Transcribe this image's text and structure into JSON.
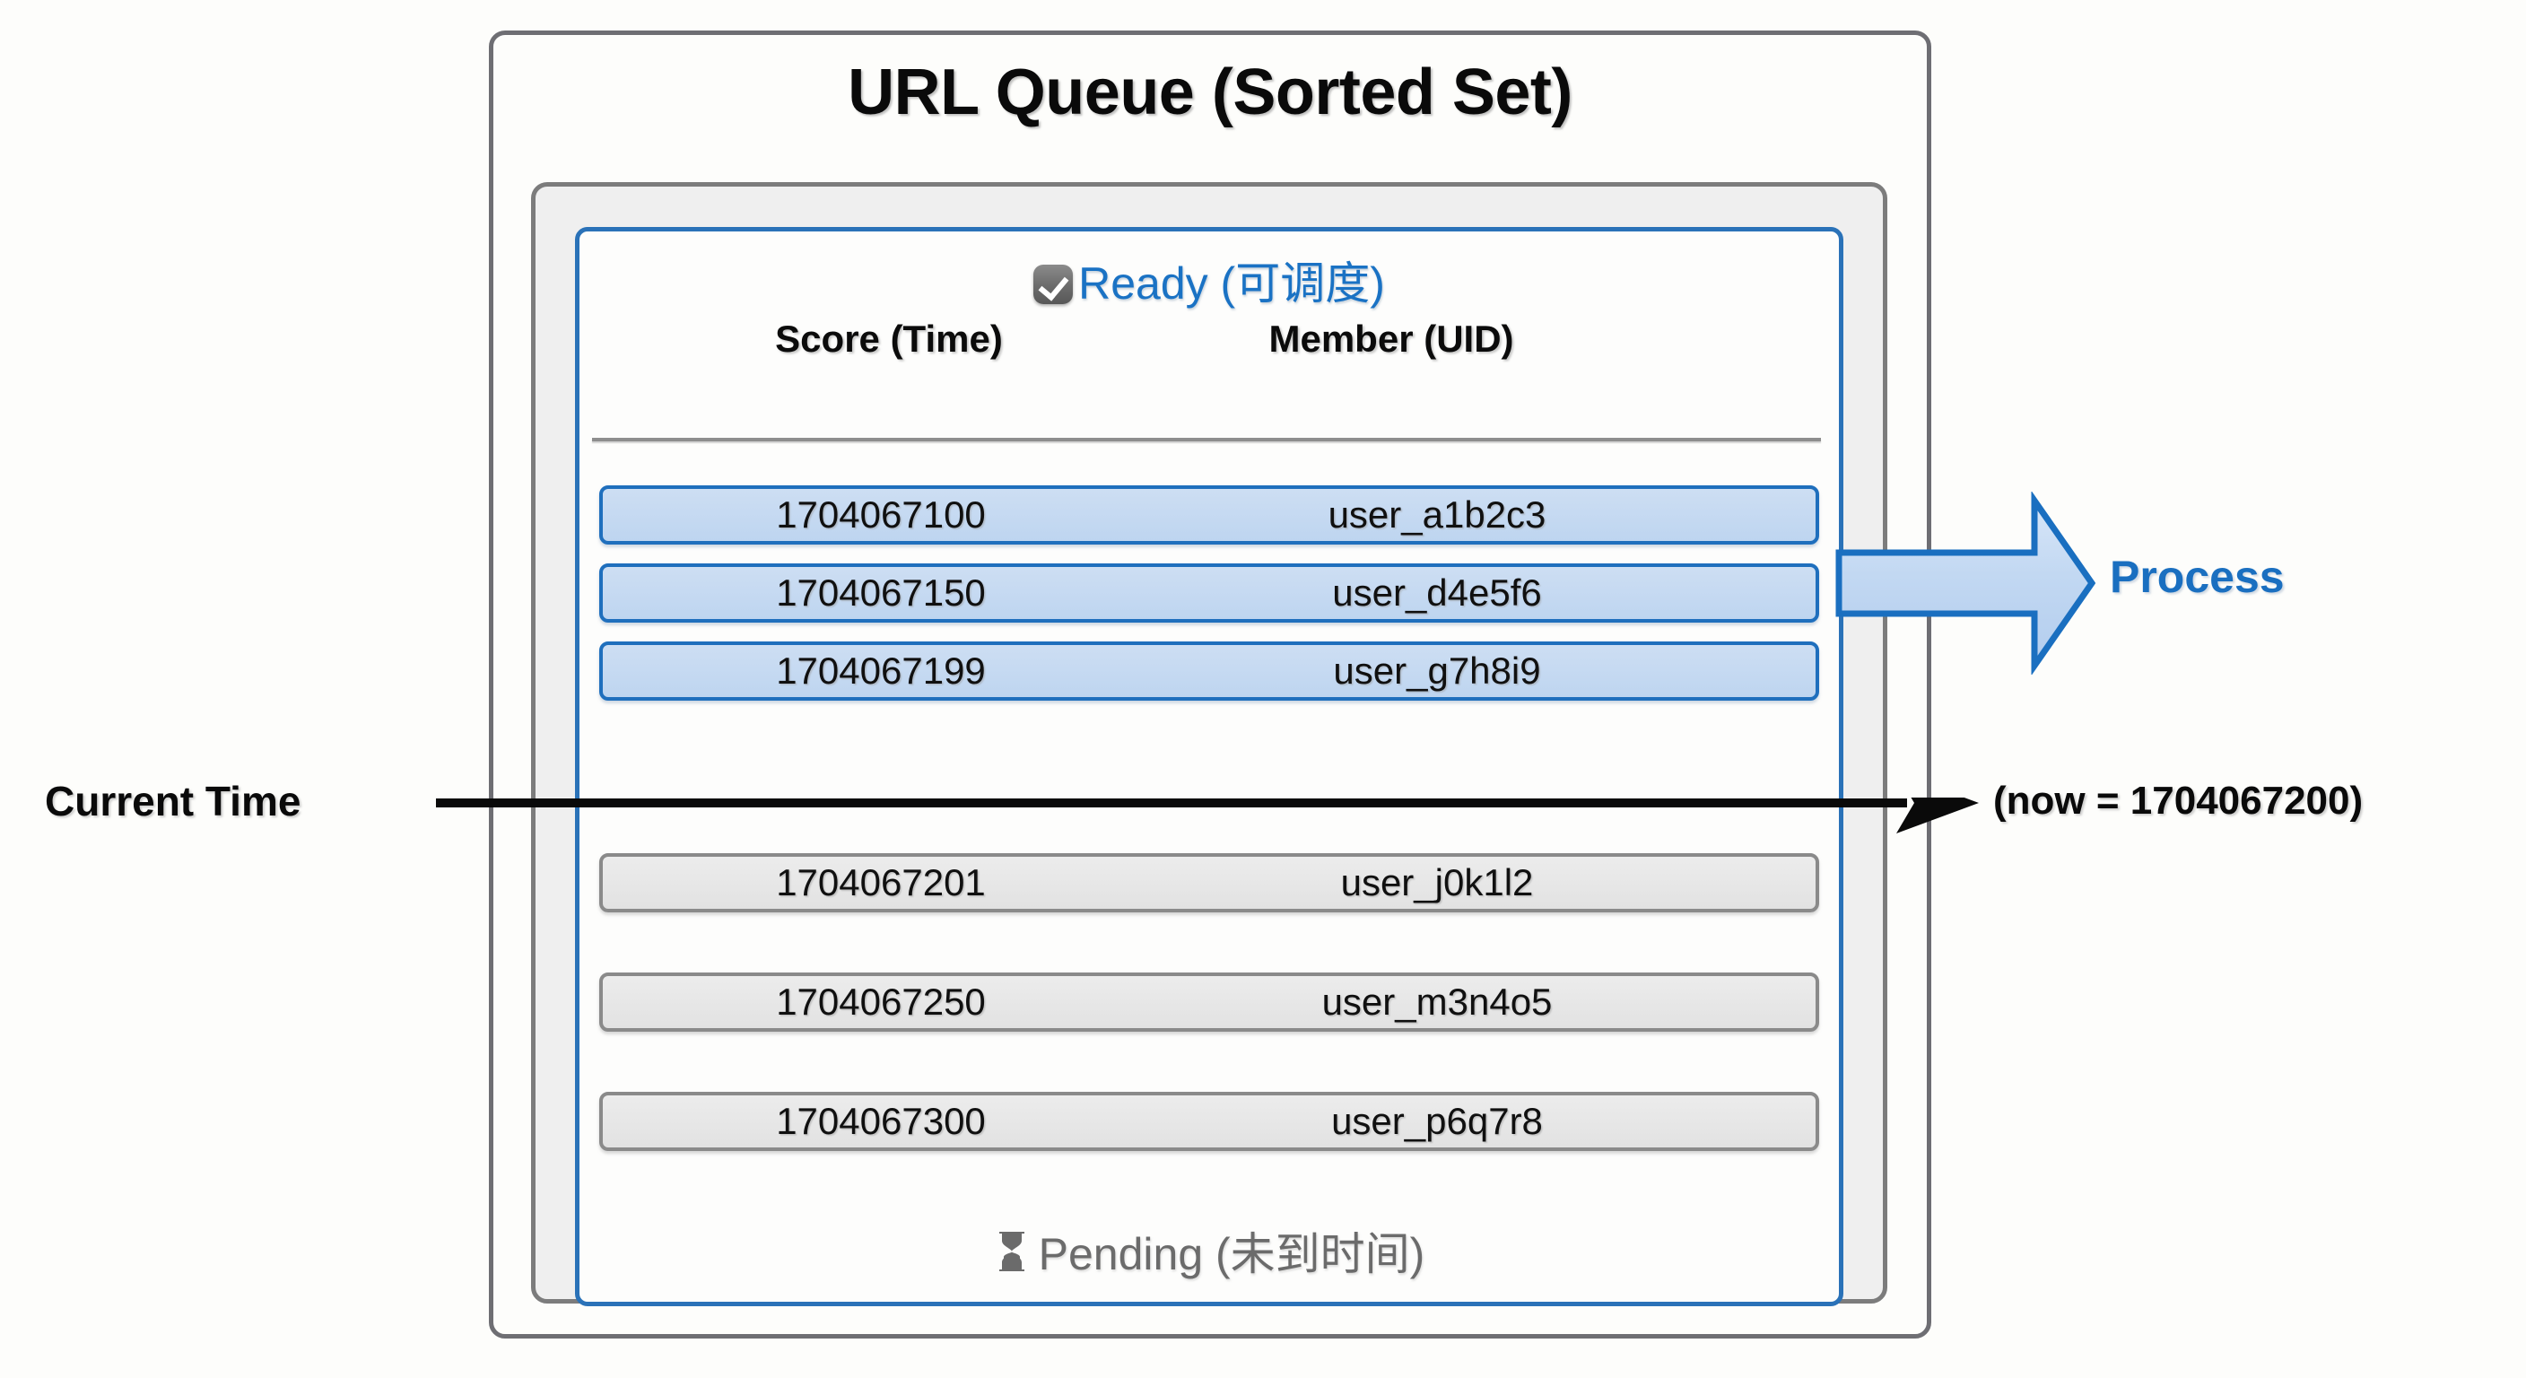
{
  "diagram": {
    "title": "URL Queue (Sorted Set)",
    "ready_section": {
      "icon": "white-heavy-check-mark",
      "label": "Ready (可调度)",
      "color": "#1a72c4"
    },
    "pending_section": {
      "icon": "hourglass",
      "label": "Pending (未到时间)",
      "color": "#6b6b6b"
    },
    "columns": {
      "score": "Score (Time)",
      "member": "Member (UID)"
    },
    "ready_rows": [
      {
        "score": "1704067100",
        "member": "user_a1b2c3"
      },
      {
        "score": "1704067150",
        "member": "user_d4e5f6"
      },
      {
        "score": "1704067199",
        "member": "user_g7h8i9"
      }
    ],
    "pending_rows": [
      {
        "score": "1704067201",
        "member": "user_j0k1l2"
      },
      {
        "score": "1704067250",
        "member": "user_m3n4o5"
      },
      {
        "score": "1704067300",
        "member": "user_p6q7r8"
      }
    ],
    "process": {
      "label": "Process",
      "color": "#1a6fc0"
    },
    "current_time": {
      "label": "Current Time",
      "annotation": "(now = 1704067200)"
    },
    "colors": {
      "ready_fill": "#c5d9f1",
      "ready_border": "#1f6fbd",
      "pending_fill": "#e8e8e8",
      "pending_border": "#8a8a8a",
      "frame_border": "#6e6e73",
      "panel_border": "#2a72b8",
      "background": "#fdfdfb"
    }
  }
}
